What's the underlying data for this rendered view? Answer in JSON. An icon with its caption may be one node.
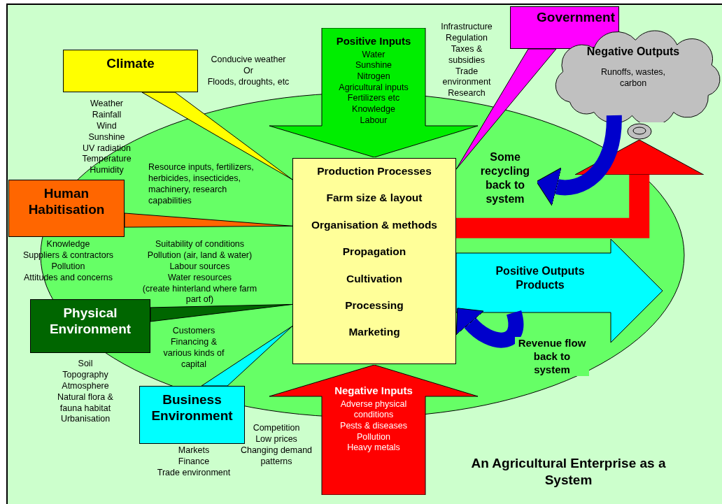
{
  "diagram": {
    "title": "An Agricultural Enterprise as a System",
    "nodes": [
      {
        "text": [
          "Climate"
        ],
        "beside": [
          "Conducive weather",
          "Or",
          "Floods, droughts, etc",
          "Weather",
          "Rainfall",
          "Wind",
          "Sunshine",
          "UV radiation",
          "Temperature",
          "Humidity"
        ]
      },
      {
        "text": [
          "Human Habitisation"
        ],
        "beside": [
          "Resource inputs, fertilizers, herbicides, insecticides, machinery, research capabilities",
          "Knowledge",
          "Suppliers & contractors",
          "Pollution",
          "Attitudes and concerns"
        ]
      },
      {
        "text": [
          "Physical Environment"
        ],
        "beside": [
          "Suitability of conditions",
          "Pollution (air, land & water)",
          "Labour sources",
          "Water resources",
          "(create hinterland where farm part of)",
          "Soil",
          "Topography",
          "Atmosphere",
          "Natural flora & fauna habitat",
          "Urbanisation"
        ]
      },
      {
        "text": [
          "Business Environment"
        ],
        "beside": [
          "Customers",
          "Financing & various kinds of capital",
          "Markets",
          "Finance",
          "Trade environment",
          "Competition",
          "Low prices",
          "Changing demand patterns"
        ]
      },
      {
        "text": [
          "Government"
        ],
        "beside": [
          "Infrastructure",
          "Regulation",
          "Taxes & subsidies",
          "Trade environment",
          "Research"
        ]
      },
      {
        "text": [
          "Positive Inputs",
          "Water",
          "Sunshine",
          "Nitrogen",
          "Agricultural inputs",
          "Fertilizers etc",
          "Knowledge",
          "Labour"
        ]
      },
      {
        "text": [
          "Production Processes",
          "Farm size & layout",
          "Organisation & methods",
          "Propagation",
          "Cultivation",
          "Processing",
          "Marketing"
        ]
      },
      {
        "text": [
          "Negative Inputs",
          "Adverse physical conditions",
          "Pests & diseases",
          "Pollution",
          "Heavy metals"
        ]
      },
      {
        "text": [
          "Positive Outputs",
          "Products"
        ]
      },
      {
        "text": [
          "Negative Outputs",
          "Runoffs, wastes, carbon"
        ]
      }
    ],
    "edges": [
      {
        "from": 0,
        "to": 6,
        "arrow": "none",
        "color": "#ffff00"
      },
      {
        "from": 1,
        "to": 6,
        "arrow": "none",
        "color": "#ff6600"
      },
      {
        "from": 2,
        "to": 6,
        "arrow": "none",
        "color": "#006600"
      },
      {
        "from": 3,
        "to": 6,
        "arrow": "none",
        "color": "#00ffff"
      },
      {
        "from": 4,
        "to": 6,
        "arrow": "none",
        "color": "#ff00ff"
      },
      {
        "from": 6,
        "to": 9,
        "arrow": "to",
        "color": "#ff0000"
      },
      {
        "from": 9,
        "to": null,
        "arrow": "to",
        "color": "#0000cc",
        "label": "Some recycling back to system"
      },
      {
        "from": 8,
        "to": 6,
        "arrow": "to",
        "color": "#0000cc",
        "label": "Revenue flow back to system"
      }
    ]
  }
}
